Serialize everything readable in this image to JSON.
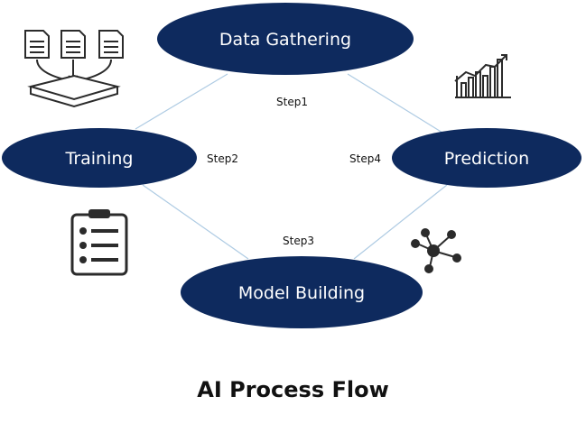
{
  "title": "AI Process Flow",
  "colors": {
    "node_fill": "#0e2a5e",
    "connector": "#aecbe3",
    "icon": "#2b2b2b",
    "text_on_node": "#ffffff"
  },
  "nodes": {
    "data_gathering": {
      "label": "Data Gathering"
    },
    "training": {
      "label": "Training"
    },
    "prediction": {
      "label": "Prediction"
    },
    "model_building": {
      "label": "Model Building"
    }
  },
  "steps": {
    "step1": "Step1",
    "step2": "Step2",
    "step3": "Step3",
    "step4": "Step4"
  },
  "icons": [
    "documents-into-tray-icon",
    "rising-bar-chart-icon",
    "clipboard-checklist-icon",
    "network-nodes-icon"
  ]
}
